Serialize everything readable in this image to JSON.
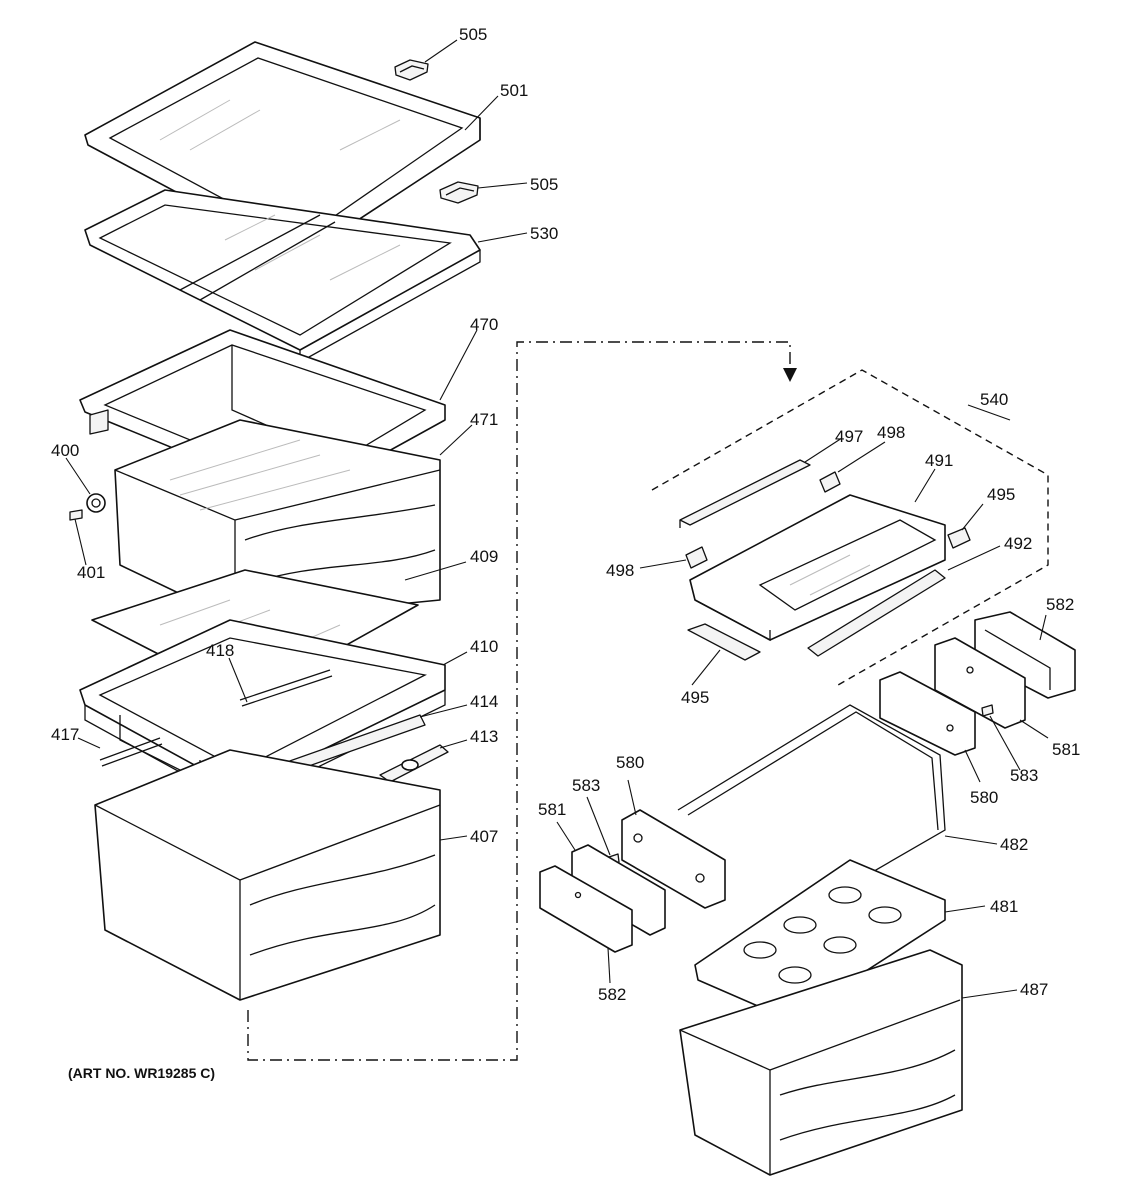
{
  "art_number": "(ART NO. WR19285 C)",
  "callouts": {
    "c505a": "505",
    "c501": "501",
    "c505b": "505",
    "c530": "530",
    "c470": "470",
    "c471": "471",
    "c400": "400",
    "c401": "401",
    "c409": "409",
    "c418": "418",
    "c410": "410",
    "c414": "414",
    "c417": "417",
    "c413": "413",
    "c407": "407",
    "c540": "540",
    "c497": "497",
    "c498a": "498",
    "c491": "491",
    "c495a": "495",
    "c492": "492",
    "c498b": "498",
    "c495b": "495",
    "c582a": "582",
    "c581a": "581",
    "c583a": "583",
    "c580a": "580",
    "c482": "482",
    "c481": "481",
    "c580b": "580",
    "c583b": "583",
    "c581b": "581",
    "c582b": "582",
    "c487": "487"
  }
}
